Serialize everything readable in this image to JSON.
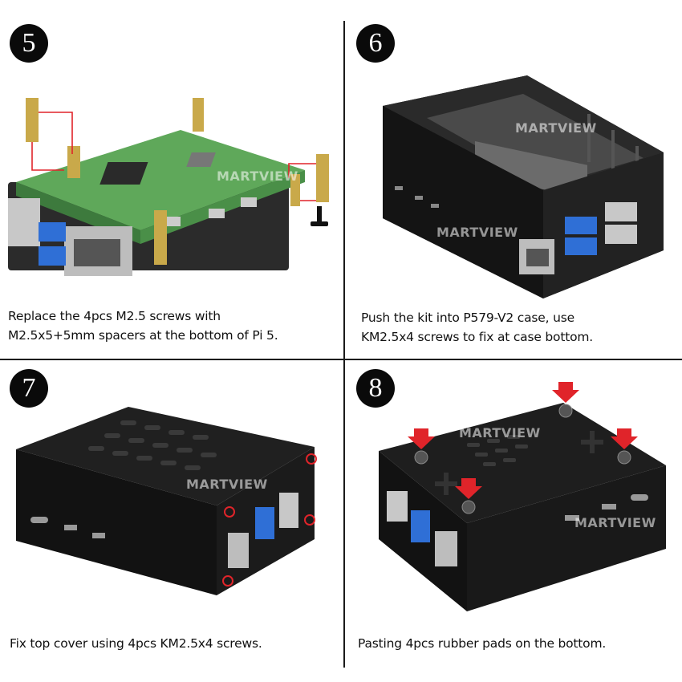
{
  "brand": {
    "watermark_text": "MARTVIEW",
    "watermark_icon": "m-logo-icon"
  },
  "colors": {
    "pcb_green": "#5fa85a",
    "case_black": "#151515",
    "brass": "#c9a94a",
    "usb_blue": "#2f6fd6",
    "marker_red": "#e0242a"
  },
  "steps": [
    {
      "number": "5",
      "caption_line1": "Replace the 4pcs M2.5 screws with",
      "caption_line2": "M2.5x5+5mm spacers at the bottom of Pi 5."
    },
    {
      "number": "6",
      "caption_line1": "Push the kit into P579-V2 case, use",
      "caption_line2": "KM2.5x4 screws to fix at case bottom."
    },
    {
      "number": "7",
      "caption_line1": "Fix top cover using 4pcs KM2.5x4 screws.",
      "caption_line2": ""
    },
    {
      "number": "8",
      "caption_line1": "Pasting 4pcs rubber pads on the bottom.",
      "caption_line2": ""
    }
  ]
}
